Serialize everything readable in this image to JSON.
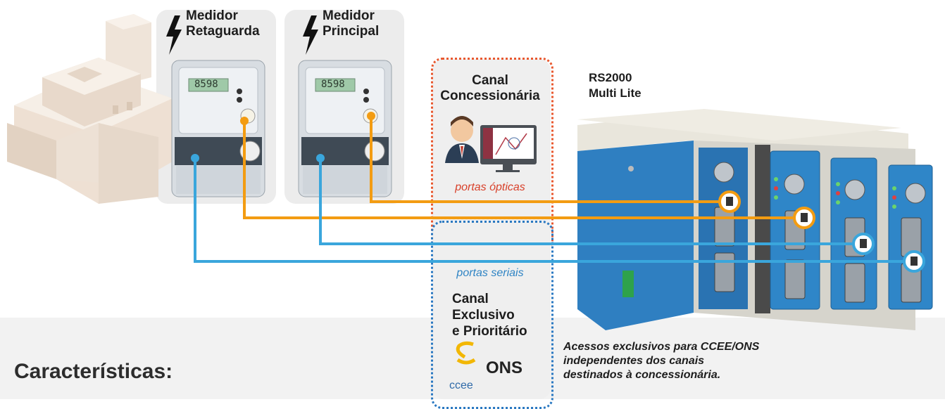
{
  "meters": [
    {
      "line1": "Medidor",
      "line2": "Retaguarda",
      "icon": "lightning-bolt-icon",
      "display": "8598"
    },
    {
      "line1": "Medidor",
      "line2": "Principal",
      "icon": "lightning-bolt-icon",
      "display": "8598"
    }
  ],
  "concessionaria": {
    "line1": "Canal",
    "line2": "Concessionária",
    "ports": "portas ópticas"
  },
  "exclusive": {
    "ports": "portas seriais",
    "line1": "Canal",
    "line2": "Exclusivo",
    "line3": "e Prioritário",
    "logo_ccee": "ccee",
    "logo_ons": "ONS"
  },
  "device": {
    "line1": "RS2000",
    "line2": "Multi Lite"
  },
  "note": {
    "line1": "Acessos exclusivos para CCEE/ONS",
    "line2": "independentes dos canais",
    "line3": "destinados à concessionária."
  },
  "heading": "Características:",
  "colors": {
    "optical": "#f39c12",
    "serial": "#3aa6dc",
    "device_blue": "#2f7fc1",
    "red_dash": "#e8582f",
    "blue_dash": "#2a78c1"
  }
}
